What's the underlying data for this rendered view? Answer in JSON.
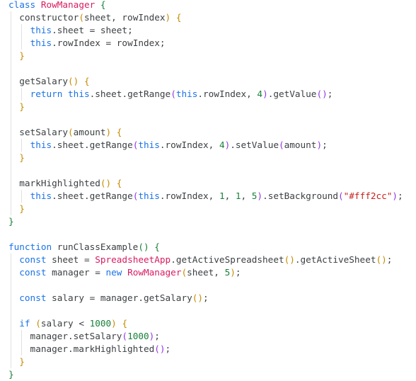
{
  "editor": {
    "language": "javascript",
    "colors": {
      "keyword": "#1a73e8",
      "class_name": "#d81b60",
      "number": "#188038",
      "string": "#c5221f",
      "plain": "#3c4043",
      "bracket_level_0": "#188038",
      "bracket_level_1": "#c58b00",
      "bracket_level_2": "#9334e6",
      "indent_guide": "#e0e0e0"
    },
    "lines": [
      [
        [
          "kw",
          "class"
        ],
        [
          "pl",
          " "
        ],
        [
          "cls",
          "RowManager"
        ],
        [
          "pl",
          " "
        ],
        [
          "br0",
          "{"
        ]
      ],
      [
        [
          "pl",
          "  constructor"
        ],
        [
          "br1",
          "("
        ],
        [
          "pl",
          "sheet, rowIndex"
        ],
        [
          "br1",
          ")"
        ],
        [
          "pl",
          " "
        ],
        [
          "br1",
          "{"
        ]
      ],
      [
        [
          "pl",
          "    "
        ],
        [
          "kw",
          "this"
        ],
        [
          "pl",
          ".sheet = sheet;"
        ]
      ],
      [
        [
          "pl",
          "    "
        ],
        [
          "kw",
          "this"
        ],
        [
          "pl",
          ".rowIndex = rowIndex;"
        ]
      ],
      [
        [
          "pl",
          "  "
        ],
        [
          "br1",
          "}"
        ]
      ],
      [
        [
          "pl",
          ""
        ]
      ],
      [
        [
          "pl",
          "  getSalary"
        ],
        [
          "br1",
          "()"
        ],
        [
          "pl",
          " "
        ],
        [
          "br1",
          "{"
        ]
      ],
      [
        [
          "pl",
          "    "
        ],
        [
          "kw",
          "return"
        ],
        [
          "pl",
          " "
        ],
        [
          "kw",
          "this"
        ],
        [
          "pl",
          ".sheet.getRange"
        ],
        [
          "br2",
          "("
        ],
        [
          "kw",
          "this"
        ],
        [
          "pl",
          ".rowIndex, "
        ],
        [
          "num",
          "4"
        ],
        [
          "br2",
          ")"
        ],
        [
          "pl",
          ".getValue"
        ],
        [
          "br2",
          "()"
        ],
        [
          "pl",
          ";"
        ]
      ],
      [
        [
          "pl",
          "  "
        ],
        [
          "br1",
          "}"
        ]
      ],
      [
        [
          "pl",
          ""
        ]
      ],
      [
        [
          "pl",
          "  setSalary"
        ],
        [
          "br1",
          "("
        ],
        [
          "pl",
          "amount"
        ],
        [
          "br1",
          ")"
        ],
        [
          "pl",
          " "
        ],
        [
          "br1",
          "{"
        ]
      ],
      [
        [
          "pl",
          "    "
        ],
        [
          "kw",
          "this"
        ],
        [
          "pl",
          ".sheet.getRange"
        ],
        [
          "br2",
          "("
        ],
        [
          "kw",
          "this"
        ],
        [
          "pl",
          ".rowIndex, "
        ],
        [
          "num",
          "4"
        ],
        [
          "br2",
          ")"
        ],
        [
          "pl",
          ".setValue"
        ],
        [
          "br2",
          "("
        ],
        [
          "pl",
          "amount"
        ],
        [
          "br2",
          ")"
        ],
        [
          "pl",
          ";"
        ]
      ],
      [
        [
          "pl",
          "  "
        ],
        [
          "br1",
          "}"
        ]
      ],
      [
        [
          "pl",
          ""
        ]
      ],
      [
        [
          "pl",
          "  markHighlighted"
        ],
        [
          "br1",
          "()"
        ],
        [
          "pl",
          " "
        ],
        [
          "br1",
          "{"
        ]
      ],
      [
        [
          "pl",
          "    "
        ],
        [
          "kw",
          "this"
        ],
        [
          "pl",
          ".sheet.getRange"
        ],
        [
          "br2",
          "("
        ],
        [
          "kw",
          "this"
        ],
        [
          "pl",
          ".rowIndex, "
        ],
        [
          "num",
          "1"
        ],
        [
          "pl",
          ", "
        ],
        [
          "num",
          "1"
        ],
        [
          "pl",
          ", "
        ],
        [
          "num",
          "5"
        ],
        [
          "br2",
          ")"
        ],
        [
          "pl",
          ".setBackground"
        ],
        [
          "br2",
          "("
        ],
        [
          "str",
          "\"#fff2cc\""
        ],
        [
          "br2",
          ")"
        ],
        [
          "pl",
          ";"
        ]
      ],
      [
        [
          "pl",
          "  "
        ],
        [
          "br1",
          "}"
        ]
      ],
      [
        [
          "br0",
          "}"
        ]
      ],
      [
        [
          "pl",
          ""
        ]
      ],
      [
        [
          "kw",
          "function"
        ],
        [
          "pl",
          " runClassExample"
        ],
        [
          "br0",
          "()"
        ],
        [
          "pl",
          " "
        ],
        [
          "br0",
          "{"
        ]
      ],
      [
        [
          "pl",
          "  "
        ],
        [
          "kw",
          "const"
        ],
        [
          "pl",
          " sheet = "
        ],
        [
          "cls",
          "SpreadsheetApp"
        ],
        [
          "pl",
          ".getActiveSpreadsheet"
        ],
        [
          "br1",
          "()"
        ],
        [
          "pl",
          ".getActiveSheet"
        ],
        [
          "br1",
          "()"
        ],
        [
          "pl",
          ";"
        ]
      ],
      [
        [
          "pl",
          "  "
        ],
        [
          "kw",
          "const"
        ],
        [
          "pl",
          " manager = "
        ],
        [
          "kw",
          "new"
        ],
        [
          "pl",
          " "
        ],
        [
          "cls",
          "RowManager"
        ],
        [
          "br1",
          "("
        ],
        [
          "pl",
          "sheet, "
        ],
        [
          "num",
          "5"
        ],
        [
          "br1",
          ")"
        ],
        [
          "pl",
          ";"
        ]
      ],
      [
        [
          "pl",
          ""
        ]
      ],
      [
        [
          "pl",
          "  "
        ],
        [
          "kw",
          "const"
        ],
        [
          "pl",
          " salary = manager.getSalary"
        ],
        [
          "br1",
          "()"
        ],
        [
          "pl",
          ";"
        ]
      ],
      [
        [
          "pl",
          ""
        ]
      ],
      [
        [
          "pl",
          "  "
        ],
        [
          "kw",
          "if"
        ],
        [
          "pl",
          " "
        ],
        [
          "br1",
          "("
        ],
        [
          "pl",
          "salary < "
        ],
        [
          "num",
          "1000"
        ],
        [
          "br1",
          ")"
        ],
        [
          "pl",
          " "
        ],
        [
          "br1",
          "{"
        ]
      ],
      [
        [
          "pl",
          "    manager.setSalary"
        ],
        [
          "br2",
          "("
        ],
        [
          "num",
          "1000"
        ],
        [
          "br2",
          ")"
        ],
        [
          "pl",
          ";"
        ]
      ],
      [
        [
          "pl",
          "    manager.markHighlighted"
        ],
        [
          "br2",
          "()"
        ],
        [
          "pl",
          ";"
        ]
      ],
      [
        [
          "pl",
          "  "
        ],
        [
          "br1",
          "}"
        ]
      ],
      [
        [
          "br0",
          "}"
        ]
      ]
    ]
  }
}
